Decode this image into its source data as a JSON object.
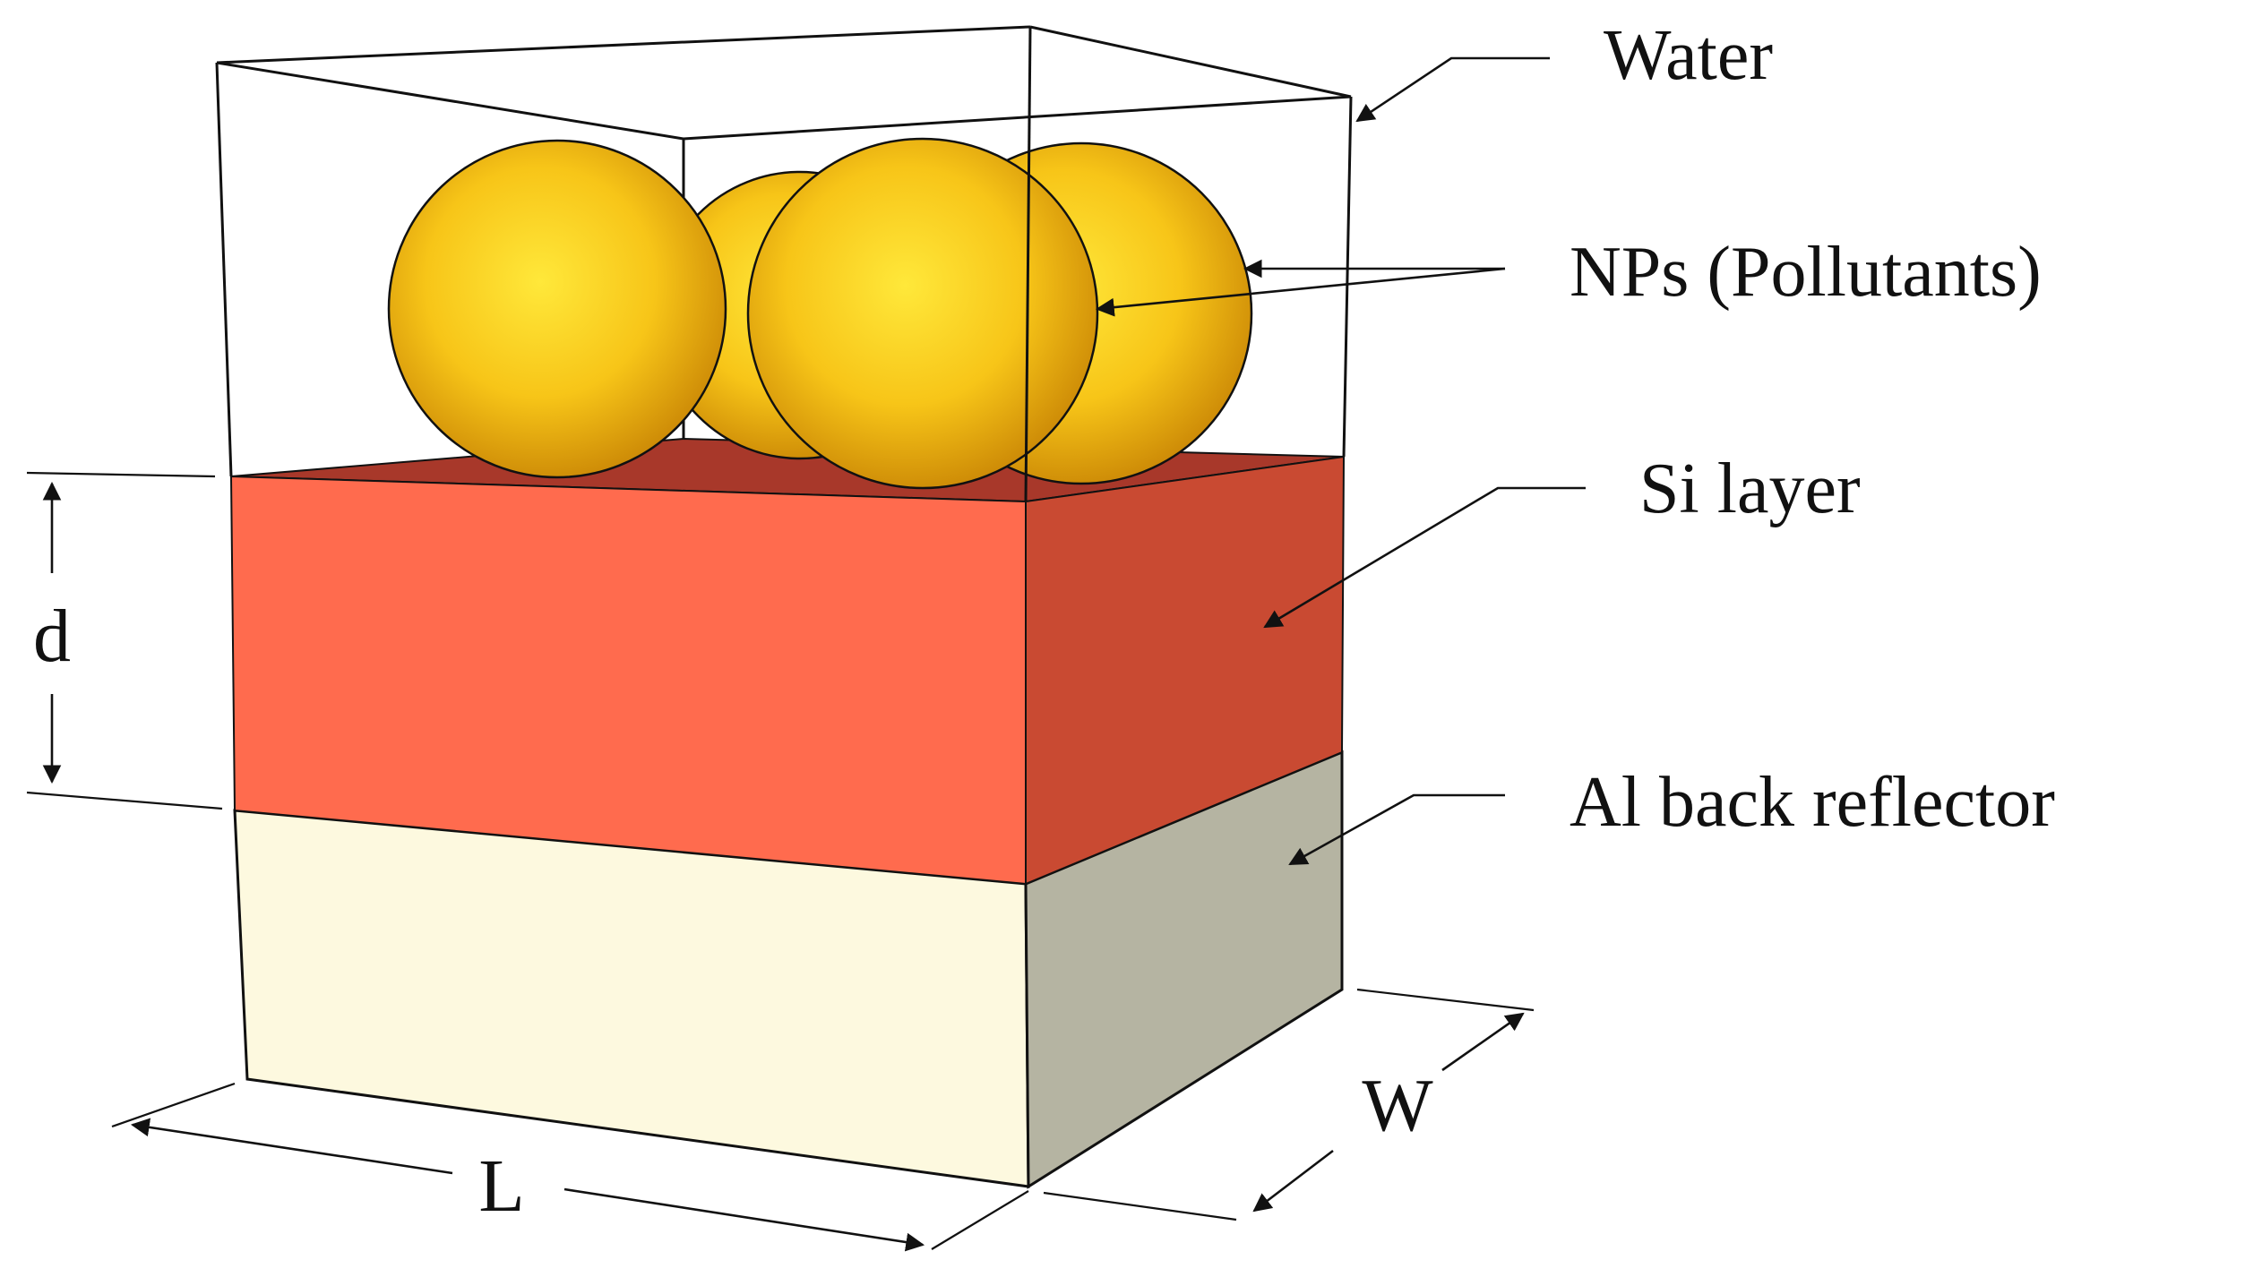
{
  "labels": {
    "water": "Water",
    "nps": "NPs (Pollutants)",
    "si_layer": "Si layer",
    "al_reflector": "Al back reflector",
    "dim_d": "d",
    "dim_l": "L",
    "dim_w": "W"
  },
  "colors": {
    "si_front": "#FF6B4E",
    "si_side": "#C94A32",
    "si_top": "#A8382A",
    "al_front": "#FDF9DF",
    "al_side": "#B5B4A2",
    "np_light": "#FFE83A",
    "np_mid": "#F6BE12",
    "np_dark": "#C98505",
    "outline": "#111111"
  }
}
